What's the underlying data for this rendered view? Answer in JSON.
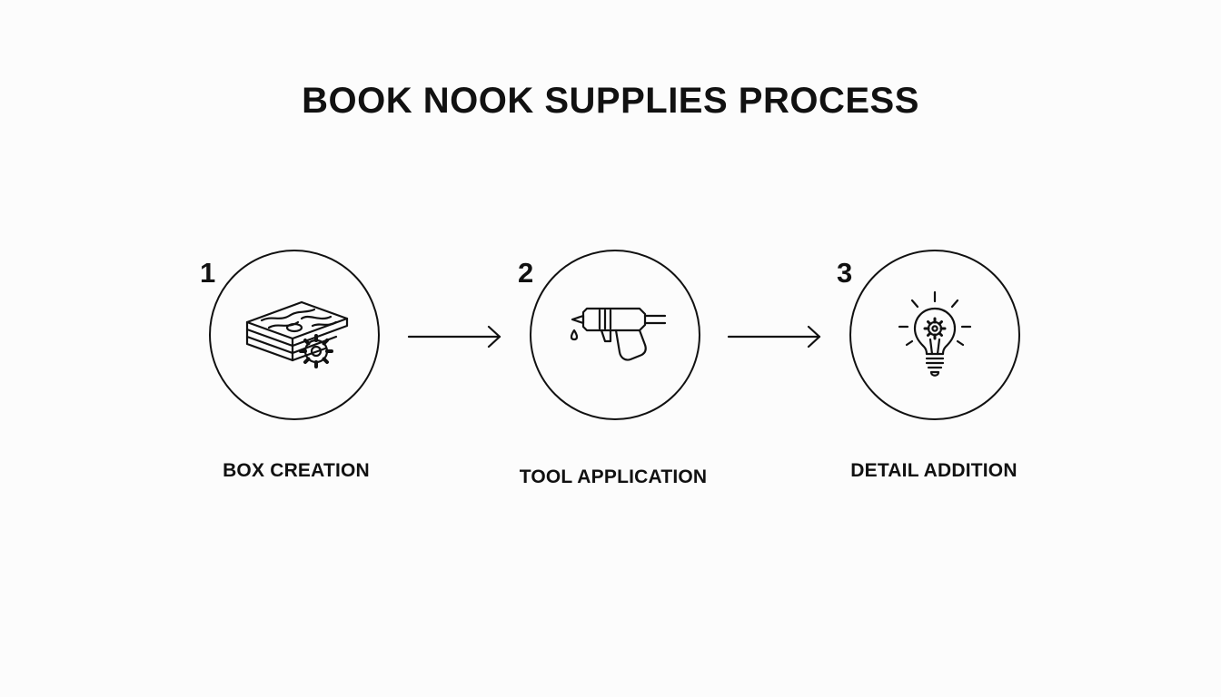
{
  "title": "BOOK NOOK SUPPLIES PROCESS",
  "steps": [
    {
      "number": "1",
      "label": "BOX CREATION",
      "icon": "wood-planks-gear-icon"
    },
    {
      "number": "2",
      "label": "TOOL APPLICATION",
      "icon": "glue-gun-icon"
    },
    {
      "number": "3",
      "label": "DETAIL ADDITION",
      "icon": "lightbulb-gear-icon"
    }
  ],
  "colors": {
    "background": "#fcfcfc",
    "ink": "#111111"
  }
}
